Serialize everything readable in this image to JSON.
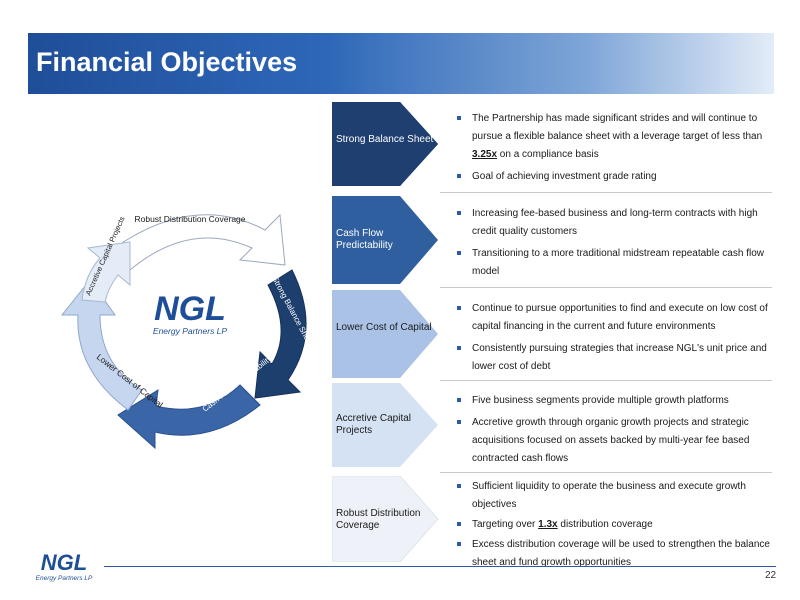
{
  "title": "Financial Objectives",
  "cycle": {
    "segments": [
      "Robust Distribution Coverage",
      "Strong Balance Sheet",
      "Cash Flow Predictability",
      "Lower Cost of Capital",
      "Accretive Capital Projects"
    ],
    "logo_text": "NGL",
    "logo_subtext": "Energy Partners LP"
  },
  "rows": [
    {
      "label": "Strong Balance Sheet",
      "bullets": [
        {
          "pre": "The Partnership  has made significant strides and will continue to pursue a flexible balance sheet with a leverage target of less than ",
          "em": "3.25x",
          "post": " on a compliance basis"
        },
        {
          "pre": "Goal of achieving investment grade rating",
          "em": "",
          "post": ""
        }
      ]
    },
    {
      "label": "Cash Flow Predictability",
      "bullets": [
        {
          "pre": "Increasing fee-based business and long-term contracts with high credit quality customers",
          "em": "",
          "post": ""
        },
        {
          "pre": "Transitioning to a more traditional midstream repeatable cash flow model",
          "em": "",
          "post": ""
        }
      ]
    },
    {
      "label": "Lower Cost of Capital",
      "bullets": [
        {
          "pre": "Continue to pursue opportunities to find and execute on low cost of capital financing in the current and future environments",
          "em": "",
          "post": ""
        },
        {
          "pre": "Consistently pursuing strategies that increase NGL's unit price and lower cost of debt",
          "em": "",
          "post": ""
        }
      ]
    },
    {
      "label": "Accretive Capital Projects",
      "bullets": [
        {
          "pre": "Five business segments provide multiple growth platforms",
          "em": "",
          "post": ""
        },
        {
          "pre": "Accretive growth through organic growth projects and strategic acquisitions focused on assets backed by multi-year fee based contracted cash flows",
          "em": "",
          "post": ""
        }
      ]
    },
    {
      "label": "Robust Distribution Coverage",
      "bullets": [
        {
          "pre": "Sufficient liquidity to operate the business and execute growth objectives",
          "em": "",
          "post": ""
        },
        {
          "pre": "Targeting over ",
          "em": "1.3x",
          "post": "  distribution coverage"
        },
        {
          "pre": "Excess distribution coverage will be used to strengthen the balance sheet and fund growth opportunities",
          "em": "",
          "post": ""
        }
      ]
    }
  ],
  "footer": {
    "logo_text": "NGL",
    "logo_subtext": "Energy Partners LP",
    "page_number": "22"
  },
  "colors": {
    "dark_blue": "#1f4e99",
    "navy": "#1d3f6e",
    "mid_blue": "#3a66a8",
    "light_blue": "#a9c2e6",
    "pale_blue": "#e4ecf7"
  }
}
